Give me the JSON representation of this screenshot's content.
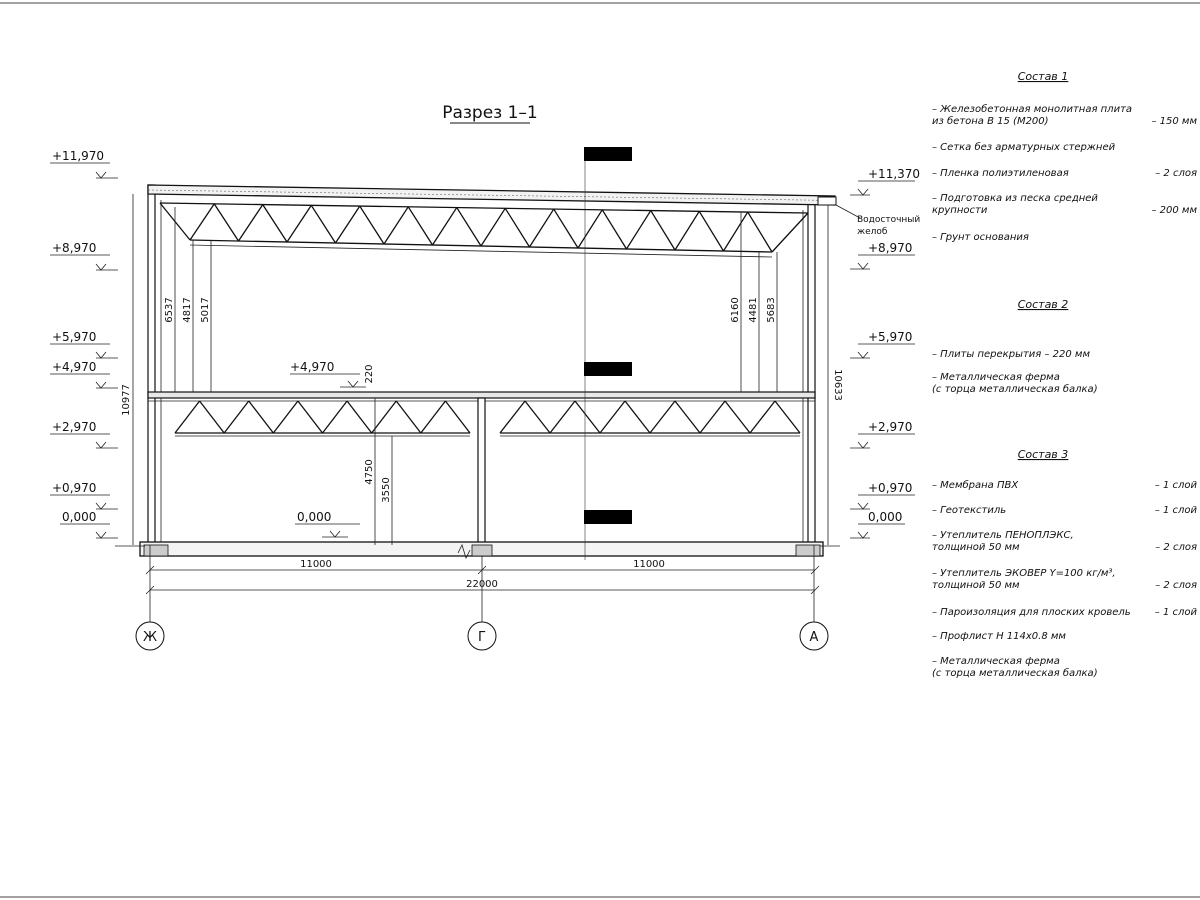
{
  "title": "Разрез 1–1",
  "levels_left": [
    "+11,970",
    "+8,970",
    "+5,970",
    "+4,970",
    "+2,970",
    "+0,970",
    "0,000"
  ],
  "levels_right": [
    "+11,370",
    "+8,970",
    "+5,970",
    "+2,970",
    "+0,970",
    "0,000"
  ],
  "levels_inner": [
    "+4,970",
    "0,000"
  ],
  "gutter_label": [
    "Водосточный",
    "желоб"
  ],
  "dims": {
    "left_total": "10977",
    "right_total": "10633",
    "left_upper": [
      "6537",
      "4817",
      "5017"
    ],
    "right_upper": [
      "6160",
      "4481",
      "5683"
    ],
    "slab": "220",
    "mid": [
      "4750",
      "3550"
    ],
    "spans": [
      "11000",
      "11000"
    ],
    "total_span": "22000"
  },
  "axes": [
    "Ж",
    "Г",
    "А"
  ],
  "specs": [
    {
      "title": "Состав 1",
      "items": [
        {
          "lines": [
            "– Железобетонная  монолитная плита",
            "  из бетона В 15 (М200)"
          ],
          "value": "– 150 мм"
        },
        {
          "lines": [
            "– Сетка без арматурных стержней"
          ],
          "value": ""
        },
        {
          "lines": [
            "– Пленка полиэтиленовая"
          ],
          "value": "– 2 слоя"
        },
        {
          "lines": [
            "– Подготовка из песка средней",
            "  крупности"
          ],
          "value": "– 200 мм"
        },
        {
          "lines": [
            "– Грунт основания"
          ],
          "value": ""
        }
      ]
    },
    {
      "title": "Состав 2",
      "items": [
        {
          "lines": [
            "– Плиты перекрытия – 220 мм"
          ],
          "value": ""
        },
        {
          "lines": [
            "– Металлическая ферма",
            "  (с торца металлическая балка)"
          ],
          "value": ""
        }
      ]
    },
    {
      "title": "Состав 3",
      "items": [
        {
          "lines": [
            "– Мембрана ПВХ"
          ],
          "value": "– 1 слой"
        },
        {
          "lines": [
            "– Геотекстиль"
          ],
          "value": "– 1 слой"
        },
        {
          "lines": [
            "– Утеплитель ПЕНОПЛЭКС,",
            "  толщиной 50 мм"
          ],
          "value": "– 2 слоя"
        },
        {
          "lines": [
            "– Утеплитель ЭКОВЕР Y=100 кг/м³,",
            "  толщиной 50 мм"
          ],
          "value": "– 2 слоя"
        },
        {
          "lines": [
            "– Пароизоляция для плоских кровель"
          ],
          "value": "– 1 слой"
        },
        {
          "lines": [
            "– Профлист Н 114х0.8 мм"
          ],
          "value": ""
        },
        {
          "lines": [
            "– Металлическая ферма",
            "  (с торца металлическая балка)"
          ],
          "value": ""
        }
      ]
    }
  ]
}
